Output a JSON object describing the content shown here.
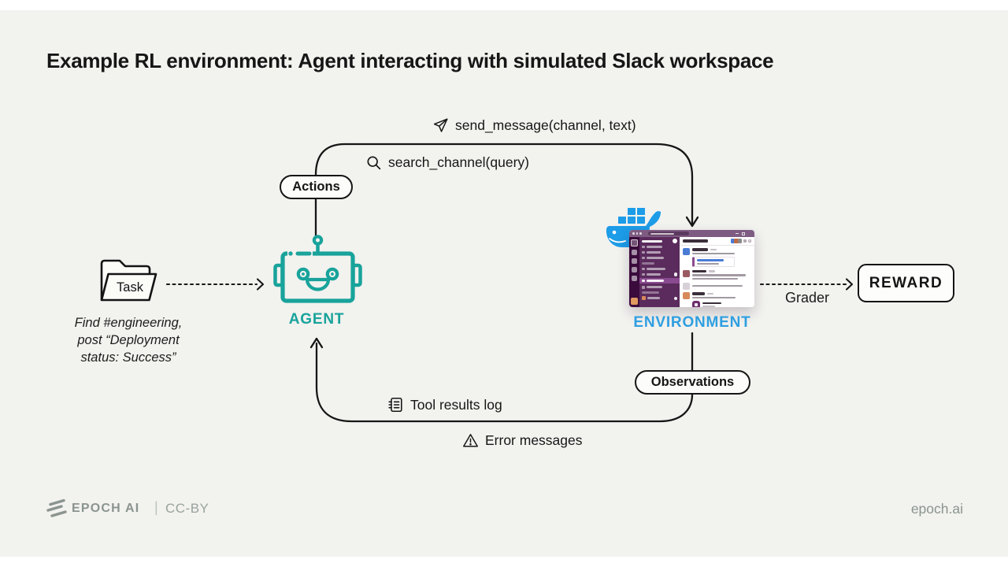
{
  "title": "Example RL environment: Agent interacting with simulated Slack workspace",
  "loop": {
    "actions_label": "Actions",
    "observations_label": "Observations",
    "send_message_label": "send_message(channel, text)",
    "search_channel_label": "search_channel(query)",
    "tool_results_label": "Tool results log",
    "error_messages_label": "Error messages"
  },
  "task": {
    "folder_label": "Task",
    "description_lines": [
      "Find #engineering,",
      "post “Deployment",
      "status: Success”"
    ]
  },
  "agent": {
    "label": "AGENT",
    "color": "#18a39b"
  },
  "environment": {
    "label": "ENVIRONMENT",
    "color": "#2f9fe1"
  },
  "reward": {
    "grader_label": "Grader",
    "reward_label": "REWARD"
  },
  "footer": {
    "brand": "EPOCH AI",
    "separator": "|",
    "license": "CC-BY",
    "site": "epoch.ai"
  },
  "icons": {
    "send": "paper-plane-icon",
    "search": "magnifier-icon",
    "tool_log": "log-document-icon",
    "error": "warning-triangle-icon",
    "task": "folder-icon",
    "agent": "robot-icon",
    "environment": "docker-whale-icon",
    "brand": "epoch-logo-icon"
  },
  "colors": {
    "background": "#f2f2ef",
    "line": "#161616",
    "agent_teal": "#18a39b",
    "environment_blue": "#2f9fe1",
    "docker_blue": "#1d9ce8",
    "slack_rail": "#3a0b3c",
    "slack_sidebar": "#5a2b5c",
    "slack_highlight": "#8a4a8f",
    "footer_gray": "#8b948f"
  }
}
